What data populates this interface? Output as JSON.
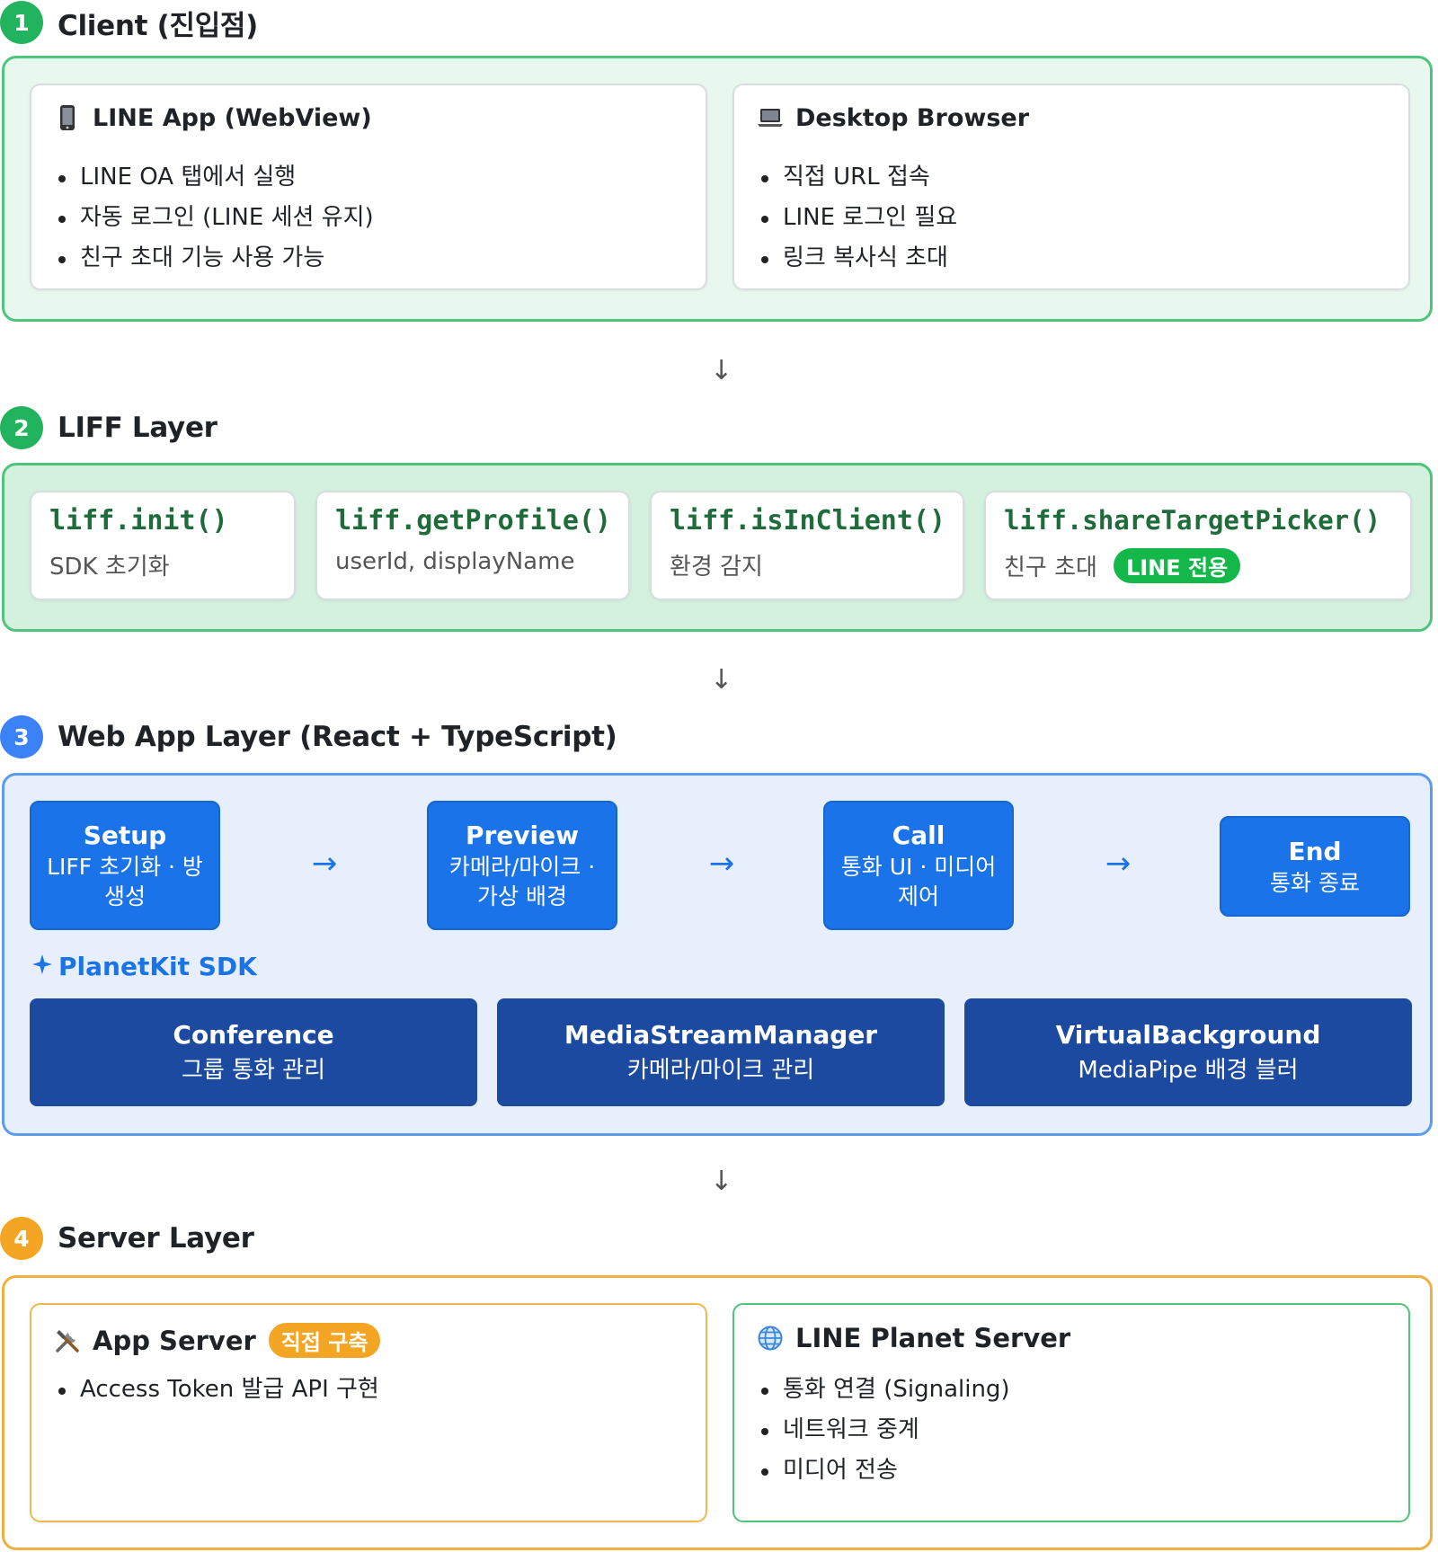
{
  "sections": {
    "client": {
      "num": "1",
      "title": "Client (진입점)",
      "color": "#22b35e"
    },
    "liff": {
      "num": "2",
      "title": "LIFF Layer",
      "color": "#22b35e"
    },
    "webapp": {
      "num": "3",
      "title": "Web App Layer (React + TypeScript)",
      "color": "#3b82f6"
    },
    "server": {
      "num": "4",
      "title": "Server Layer",
      "color": "#f5a524"
    }
  },
  "client": {
    "line_app": {
      "icon": "phone-icon",
      "title": "LINE App (WebView)",
      "bullets": [
        "LINE OA 탭에서 실행",
        "자동 로그인 (LINE 세션 유지)",
        "친구 초대 기능 사용 가능"
      ]
    },
    "desktop": {
      "icon": "laptop-icon",
      "title": "Desktop Browser",
      "bullets": [
        "직접 URL 접속",
        "LINE 로그인 필요",
        "링크 복사식 초대"
      ]
    }
  },
  "liff": {
    "cards": [
      {
        "fn": "liff.init()",
        "desc": "SDK 초기화"
      },
      {
        "fn": "liff.getProfile()",
        "desc": "userId, displayName"
      },
      {
        "fn": "liff.isInClient()",
        "desc": "환경 감지"
      },
      {
        "fn": "liff.shareTargetPicker()",
        "desc": "친구 초대",
        "badge": "LINE 전용"
      }
    ]
  },
  "webapp": {
    "flow": [
      {
        "title": "Setup",
        "sub": "LIFF 초기화 · 방 생성"
      },
      {
        "title": "Preview",
        "sub": "카메라/마이크 · 가상 배경"
      },
      {
        "title": "Call",
        "sub": "통화 UI · 미디어 제어"
      },
      {
        "title": "End",
        "sub": "통화 종료"
      }
    ],
    "flow_arrow": "→",
    "sdk_label": "PlanetKit SDK",
    "sdk": [
      {
        "title": "Conference",
        "sub": "그룹 통화 관리"
      },
      {
        "title": "MediaStreamManager",
        "sub": "카메라/마이크 관리"
      },
      {
        "title": "VirtualBackground",
        "sub": "MediaPipe 배경 블러"
      }
    ]
  },
  "server": {
    "app_server": {
      "icon": "tools-icon",
      "title": "App Server",
      "badge": "직접 구축",
      "bullets": [
        "Access Token 발급 API 구현"
      ]
    },
    "planet_server": {
      "icon": "globe-icon",
      "title": "LINE Planet Server",
      "bullets": [
        "통화 연결 (Signaling)",
        "네트워크 중계",
        "미디어 전송"
      ]
    }
  },
  "arrow_down": "↓"
}
